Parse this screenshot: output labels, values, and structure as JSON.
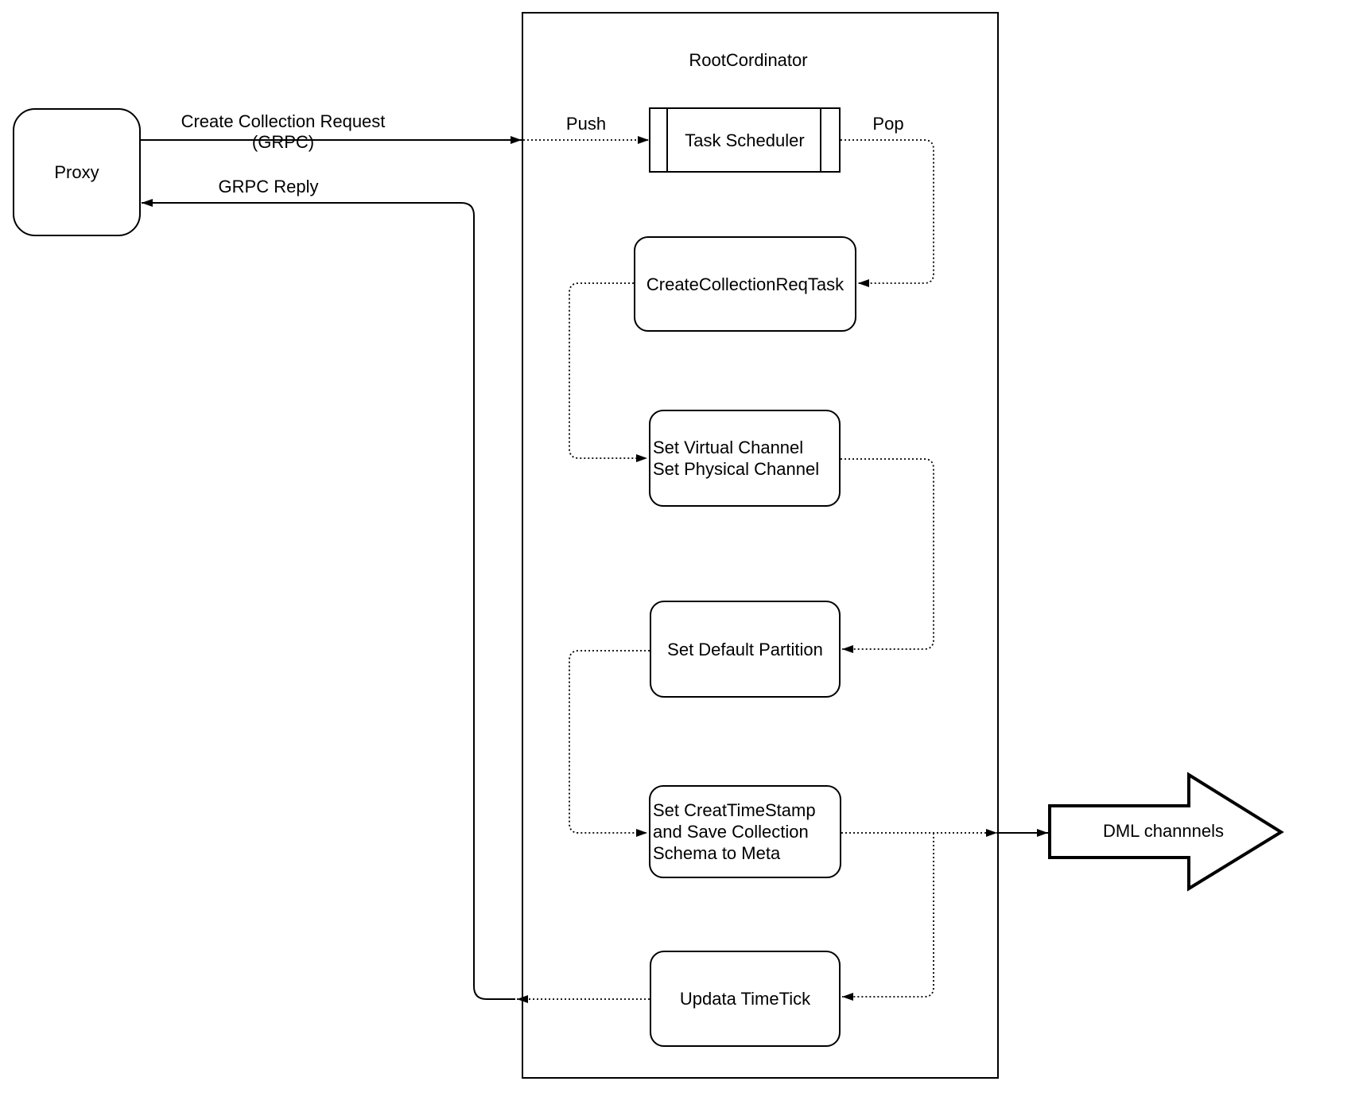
{
  "diagram": {
    "background": "#ffffff",
    "stroke_color": "#000000",
    "fill_color": "#ffffff",
    "proxy": {
      "label": "Proxy"
    },
    "root_container": {
      "title": "RootCordinator"
    },
    "nodes": {
      "task_scheduler": {
        "label": "Task Scheduler"
      },
      "create_collection_req_task": {
        "label": "CreateCollectionReqTask"
      },
      "set_channels": {
        "lines": [
          "Set Virtual Channel",
          "Set Physical Channel"
        ]
      },
      "set_default_partition": {
        "label": "Set Default Partition"
      },
      "set_creat_timestamp": {
        "lines": [
          "Set CreatTimeStamp",
          "and Save Collection",
          "Schema to Meta"
        ]
      },
      "updata_timetick": {
        "label": "Updata TimeTick"
      }
    },
    "edge_labels": {
      "create_request": "Create Collection Request (GRPC)",
      "grpc_reply": "GRPC Reply",
      "push": "Push",
      "pop": "Pop"
    },
    "dml": {
      "label": "DML channnels"
    }
  }
}
